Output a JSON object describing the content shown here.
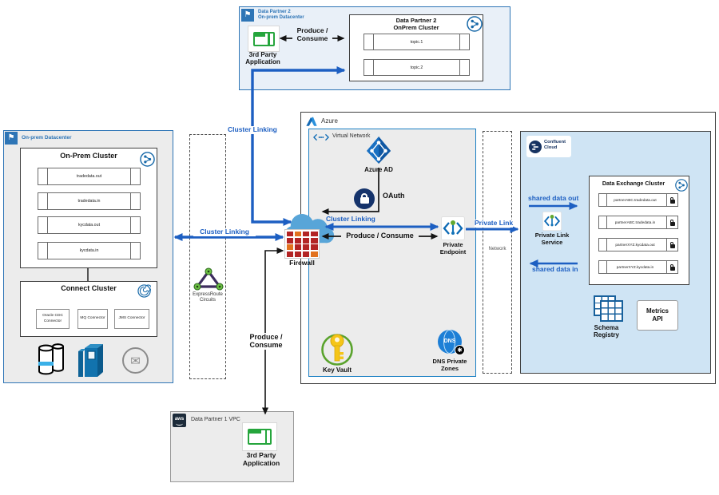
{
  "icons": {
    "flag": "⚑",
    "envelope": "✉",
    "asterisk": "✱",
    "dns": "DNS"
  },
  "colors": {
    "accent_blue": "#1d5fc2",
    "azure_blue": "#1a7fc4",
    "box_border_blue": "#2e75b6",
    "confluent_navy": "#173361",
    "confluent_bg": "#cfe4f4",
    "gray_bg": "#ececec",
    "partner2_bg": "#e9f0f8",
    "firewall_red": "#b32424",
    "firewall_orange": "#e2711d",
    "app_green": "#25a53c",
    "keyvault_yellow": "#f5c518",
    "expressroute_purple": "#3d2d5e",
    "node_green": "#6cbf44"
  },
  "partner2": {
    "header_1": "Data Partner 2",
    "header_2": "On-prem Datacenter",
    "app_1": "3rd Party",
    "app_2": "Application",
    "produce_1": "Produce /",
    "produce_2": "Consume",
    "cluster_1": "Data Partner 2",
    "cluster_2": "OnPrem Cluster",
    "topics": [
      "topic.1",
      "topic.2"
    ]
  },
  "onprem": {
    "header": "On-prem Datacenter",
    "cluster_title": "On-Prem Cluster",
    "topics": [
      "tradedata.out",
      "tradedata.in",
      "kycdata.out",
      "kycdata.in"
    ],
    "connect_title": "Connect Cluster",
    "connectors": [
      "Oracle CDC Connector",
      "MQ Connector",
      "JMS Connector"
    ]
  },
  "middle": {
    "cluster_linking_top": "Cluster Linking",
    "cluster_linking_west": "Cluster Linking",
    "expressroute_1": "ExpressRoute",
    "expressroute_2": "Circuits",
    "firewall": "Firewall",
    "produce_1": "Produce /",
    "produce_2": "Consume"
  },
  "azure": {
    "header": "Azure",
    "vnet": "Virtual Network",
    "azure_ad": "Azure AD",
    "oauth": "OAuth",
    "cluster_linking": "Cluster Linking",
    "produce_consume": "Produce / Consume",
    "pe_1": "Private",
    "pe_2": "Endpoint",
    "key_vault": "Key Vault",
    "dns_1": "DNS Private",
    "dns_2": "Zones",
    "private_link": "Private Link",
    "network": "Network"
  },
  "confluent": {
    "logo_1": "Confluent",
    "logo_2": "Cloud",
    "shared_out": "shared data out",
    "shared_in": "shared data in",
    "pls_1": "Private Link",
    "pls_2": "Service",
    "cluster_title": "Data Exchange Cluster",
    "topics": [
      "partnerABC.tradedata.out",
      "partnerABC.tradedata.in",
      "partnerXYZ.kycdata.out",
      "partnerXYZ.kycdata.in"
    ],
    "schema_1": "Schema",
    "schema_2": "Registry",
    "metrics_1": "Metrics",
    "metrics_2": "API"
  },
  "partner1": {
    "header": "Data Partner 1 VPC",
    "aws": "aws",
    "app_1": "3rd Party",
    "app_2": "Application"
  }
}
